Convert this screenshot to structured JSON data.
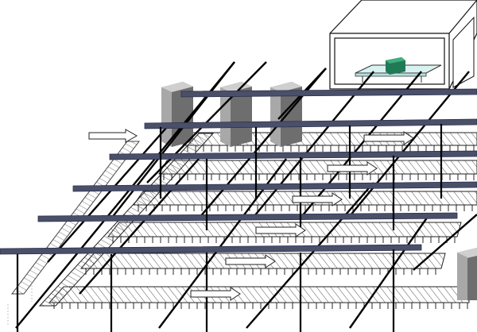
{
  "diagram": {
    "colors": {
      "background": "#ffffff",
      "rack": "#000000",
      "rail": "#4a4f6a",
      "rail_edge": "#2c3048",
      "conveyor_hatch": "#555555",
      "cabinet_front": "#a8a8a8",
      "cabinet_side": "#6e6e6e",
      "machine_body": "#ffffff",
      "tray": "#d8f2f2",
      "workpiece": "#1f7a55"
    },
    "icons": {
      "flow": "arrow-right-icon",
      "inlet": "inlet-arrow-icon",
      "storage": "storage-cabinet-icon",
      "machine": "processing-machine-icon",
      "workpiece": "workpiece-icon"
    },
    "rail_count": 6,
    "conveyor_count": 6,
    "cabinet_count": 4
  }
}
